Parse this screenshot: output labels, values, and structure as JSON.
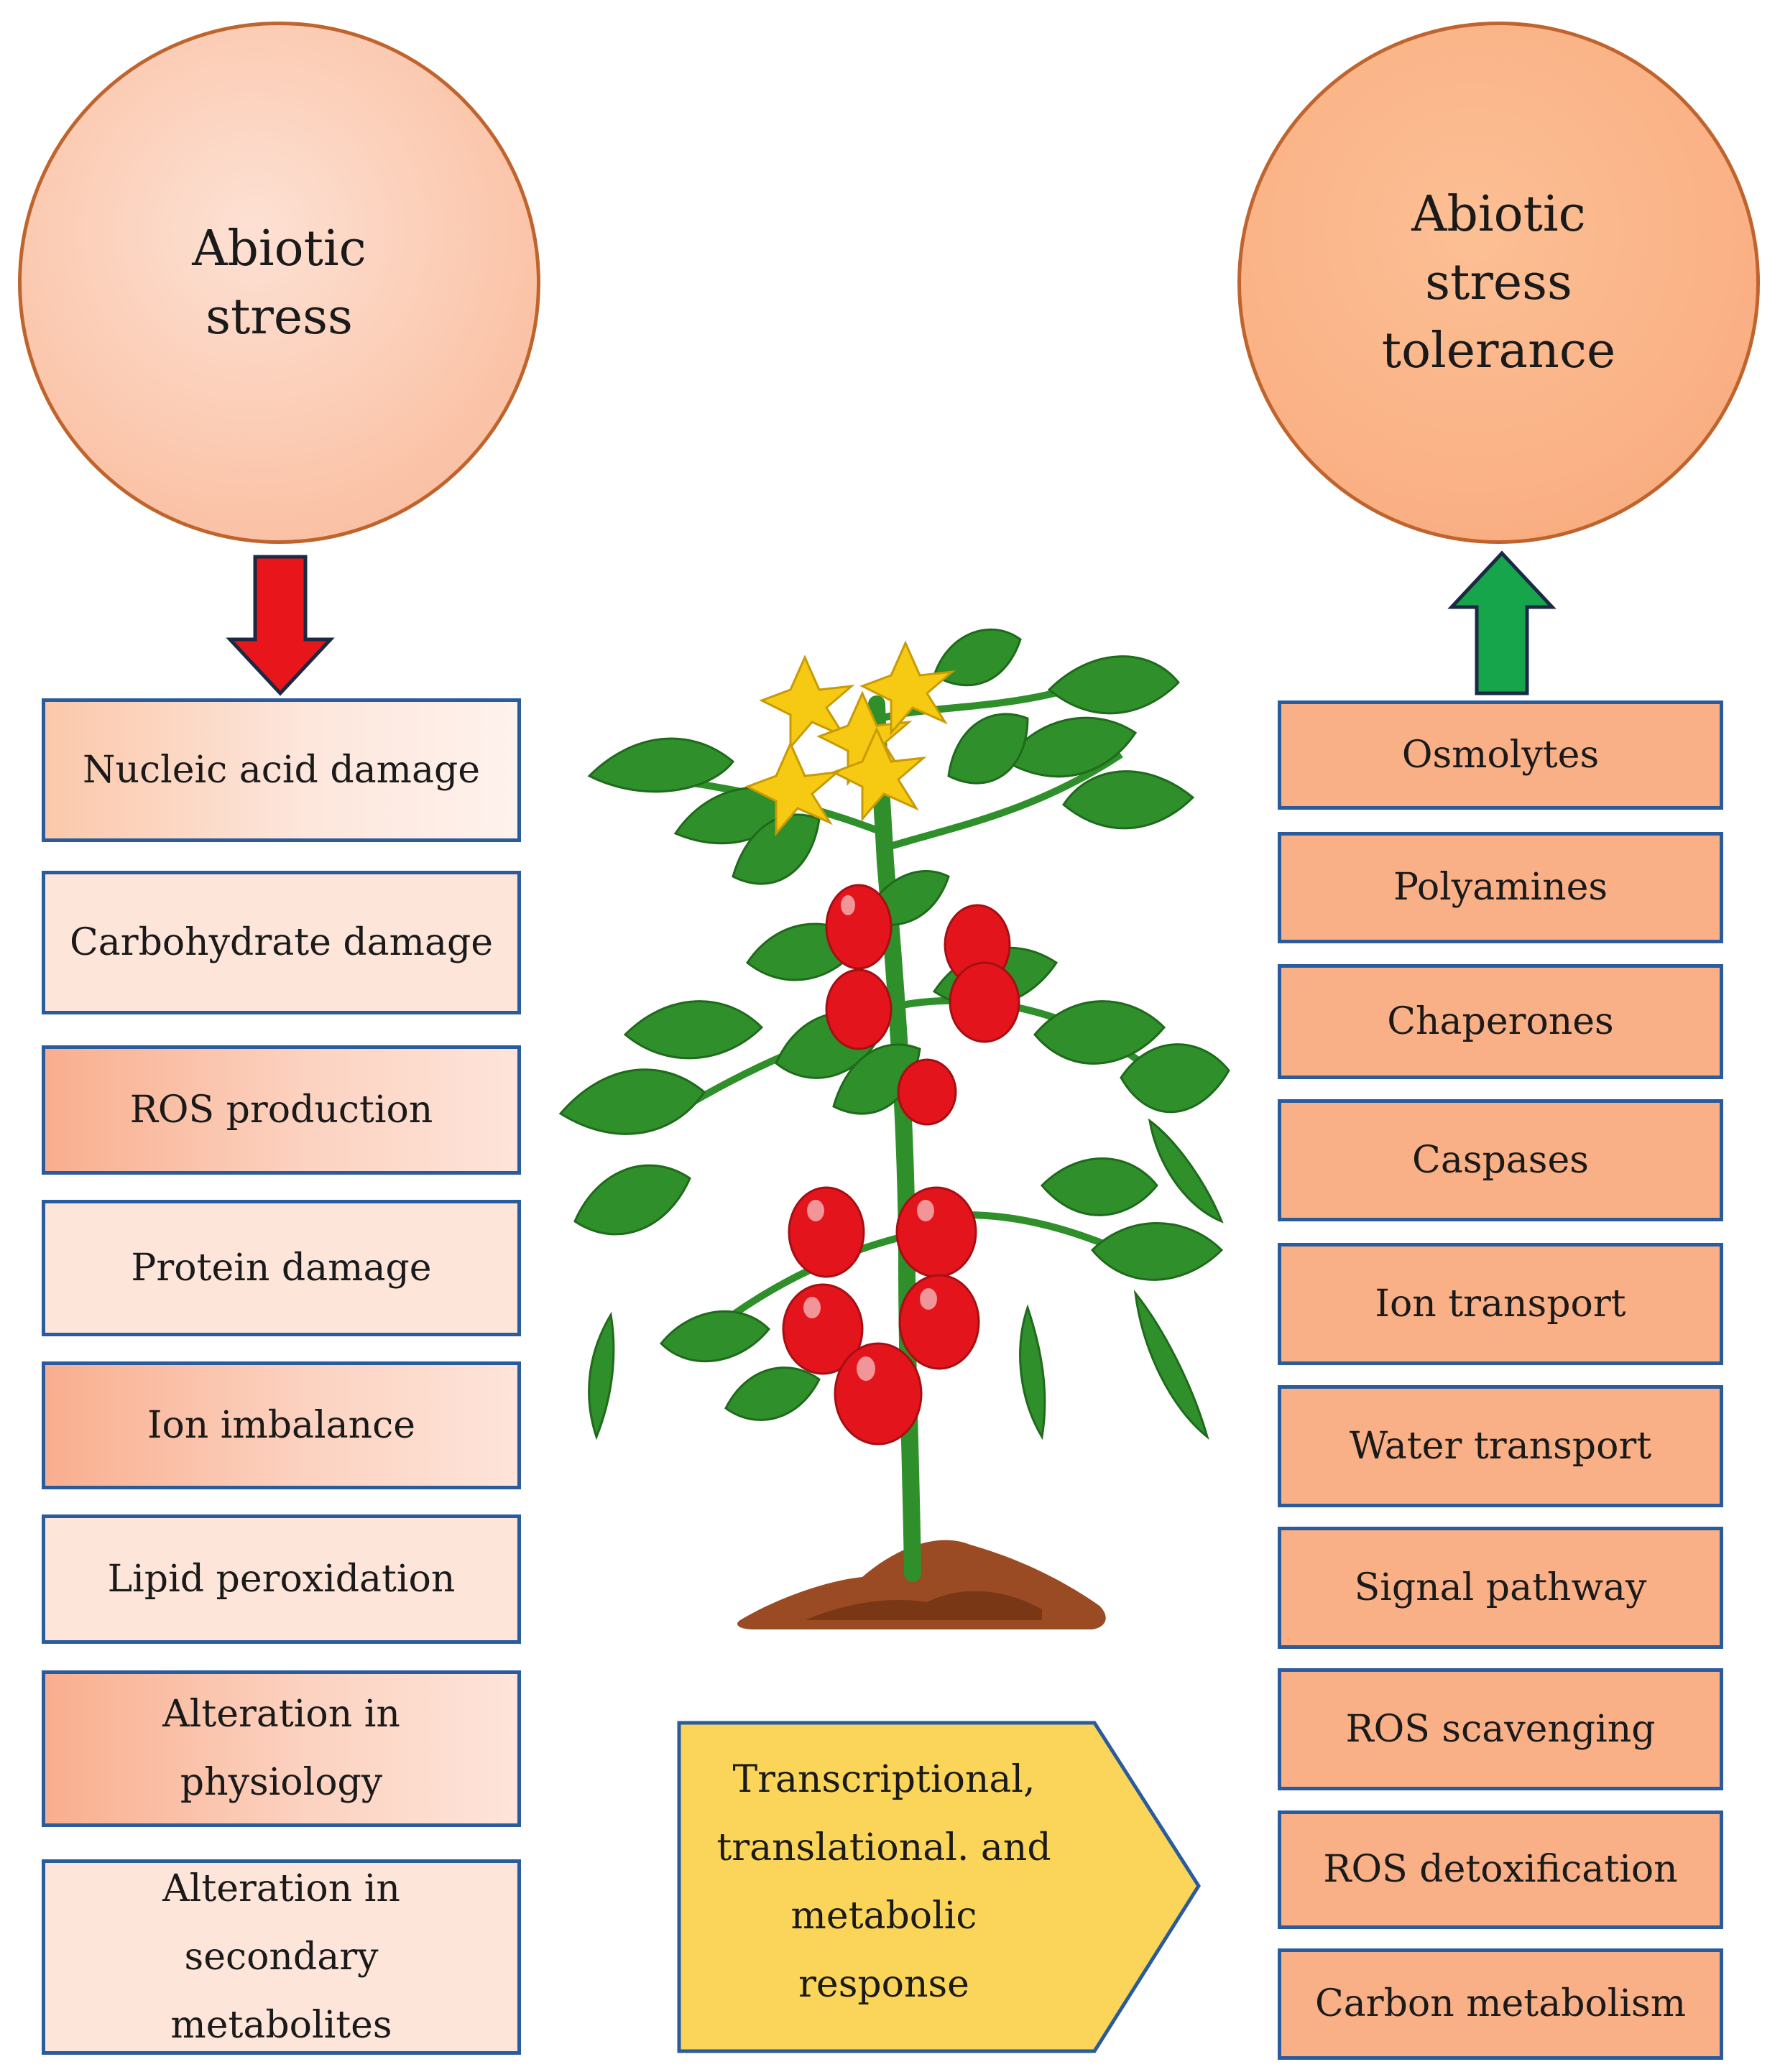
{
  "left_circle": {
    "label": "Abiotic\nstress"
  },
  "right_circle": {
    "label": "Abiotic\nstress\ntolerance"
  },
  "left_boxes": [
    "Nucleic acid damage",
    "Carbohydrate damage",
    "ROS production",
    "Protein damage",
    "Ion imbalance",
    "Lipid peroxidation",
    "Alteration in\nphysiology",
    "Alteration in\nsecondary\nmetabolites"
  ],
  "right_boxes": [
    "Osmolytes",
    "Polyamines",
    "Chaperones",
    "Caspases",
    "Ion transport",
    "Water transport",
    "Signal pathway",
    "ROS scavenging",
    "ROS detoxification",
    "Carbon metabolism"
  ],
  "response_box": {
    "label": "Transcriptional,\ntranslational. and\nmetabolic\nresponse"
  },
  "colors": {
    "down_arrow": "#e8161a",
    "up_arrow": "#16a54a",
    "box_border": "#2a5b9c",
    "right_box_fill": "#f9b086",
    "response_fill": "#fbd55a",
    "leaf": "#2f8f2a",
    "tomato": "#e3141c",
    "flower": "#f6c913",
    "soil": "#9a4b24"
  }
}
